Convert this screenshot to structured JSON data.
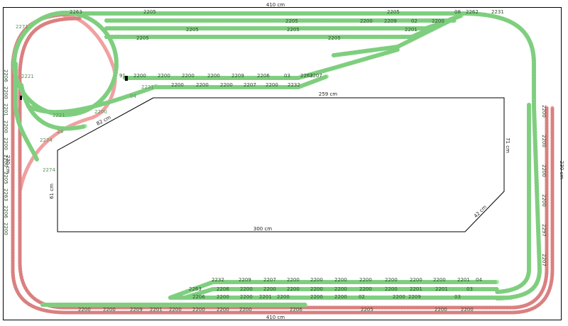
{
  "dimensions": {
    "top": "410 cm",
    "bottom": "410 cm",
    "left": "230 cm",
    "right": "230 cm",
    "inner_top": "259 cm",
    "inner_bottom": "300 cm",
    "inner_left": "61 cm",
    "inner_right": "71 cm",
    "inner_diag_left": "82 cm",
    "inner_diag_right": "42 cm"
  },
  "colors": {
    "green_track": "#a6eaa6",
    "green_tie": "#7fce7f",
    "red_track": "#f0a0a0",
    "red_tie": "#d98080",
    "line": "#000000",
    "label": "#2b4d2b"
  },
  "labels": {
    "top_rows": [
      [
        "2263",
        "2205",
        "2205",
        "08",
        "2262",
        "2231"
      ],
      [
        "2205",
        "2200",
        "2209",
        "02",
        "2200"
      ],
      [
        "2205",
        "2201",
        "2205"
      ],
      [
        "2205",
        "2205"
      ]
    ],
    "mid_row1": [
      "91",
      "2200",
      "2200",
      "2200",
      "2200",
      "2209",
      "2206",
      "03",
      "2263",
      "2207"
    ],
    "mid_row2": [
      "2200",
      "2200",
      "2200",
      "2207",
      "2200",
      "2232"
    ],
    "left_column": [
      "2206",
      "2200",
      "2201",
      "2200",
      "2200",
      "2200",
      "2205",
      "2263",
      "2206",
      "2200"
    ],
    "right_column": [
      "2200",
      "2200",
      "2200",
      "2200",
      "2297",
      "2207"
    ],
    "bottom_row1": [
      "2232",
      "2209",
      "2207",
      "2200",
      "2200",
      "2200",
      "2200",
      "2200",
      "2200",
      "2200",
      "2201",
      "04"
    ],
    "bottom_row2": [
      "2263",
      "2206",
      "2200",
      "2200",
      "2200",
      "2200",
      "2200",
      "2200",
      "2200",
      "2201",
      "2201",
      "03"
    ],
    "bottom_row3": [
      "2206",
      "2200",
      "2200",
      "2201",
      "2200",
      "2200",
      "2200",
      "02",
      "2200",
      "2209",
      "03"
    ],
    "bottom_row4": [
      "2200",
      "2200",
      "2209",
      "2201",
      "2200",
      "2200",
      "2200",
      "2200",
      "2206",
      "2205",
      "2200",
      "2200"
    ],
    "curve_left": [
      "2271",
      "2221",
      "2221",
      "2200",
      "04",
      "2231",
      "2274",
      "2274",
      "24"
    ]
  }
}
